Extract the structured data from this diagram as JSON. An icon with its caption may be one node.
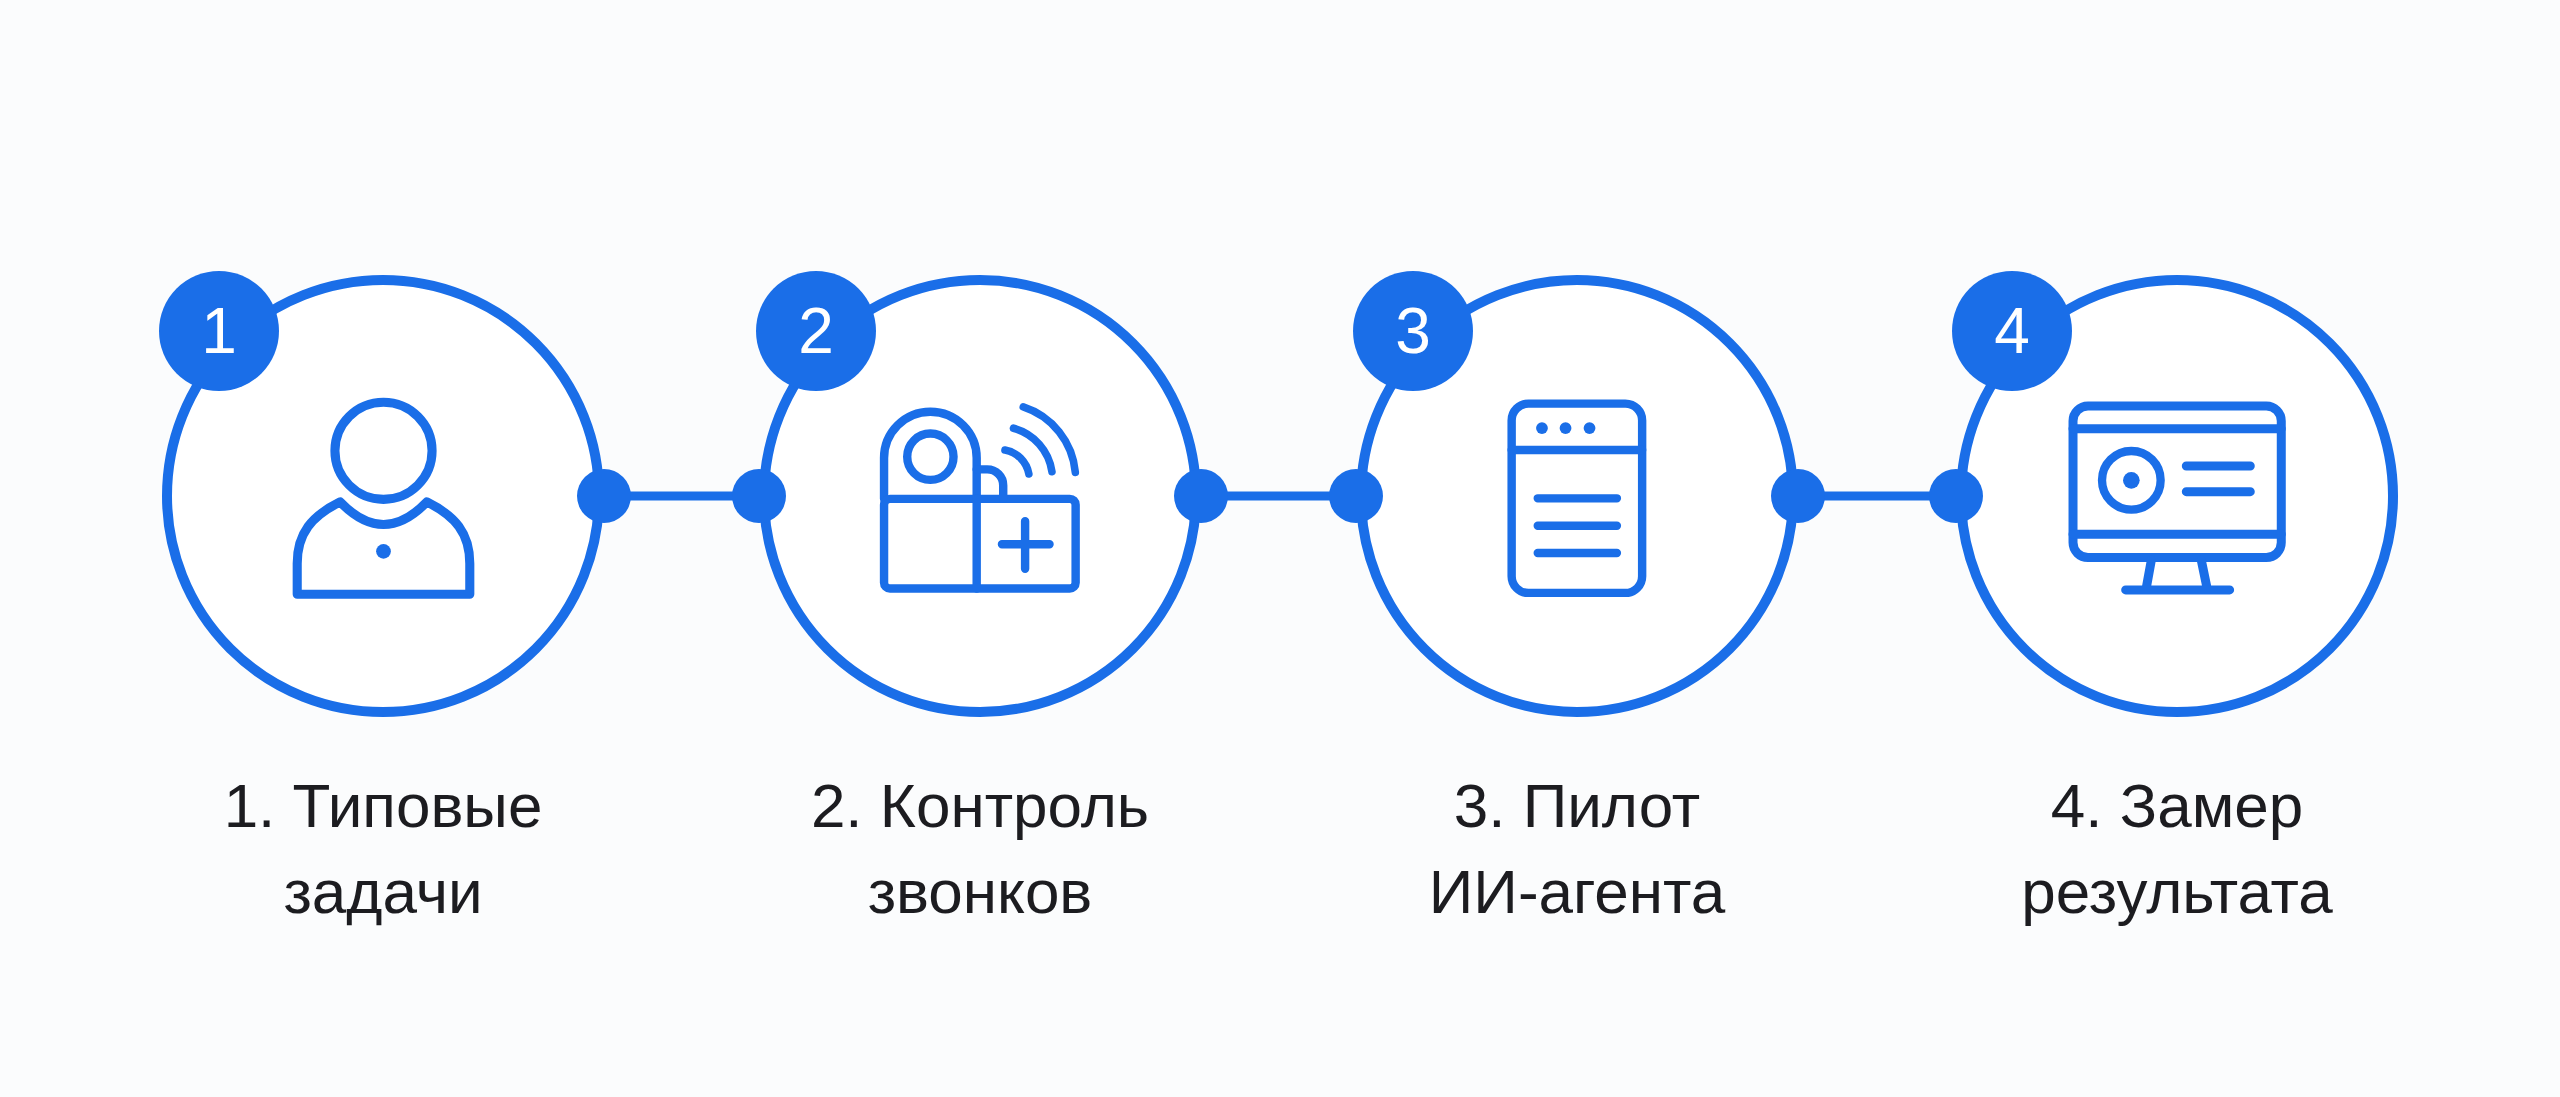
{
  "diagram": {
    "nodes": [
      {
        "text": [
          "1"
        ]
      },
      {
        "text": [
          "1. Типовые задачи"
        ]
      },
      {
        "text": [
          "2"
        ]
      },
      {
        "text": [
          "2. Контроль звонков"
        ]
      },
      {
        "text": [
          "3"
        ]
      },
      {
        "text": [
          "3. Пилот ИИ-агента"
        ]
      },
      {
        "text": [
          "4"
        ]
      },
      {
        "text": [
          "4. Замер результата"
        ]
      }
    ],
    "edges": [
      {
        "from": 1,
        "to": 3,
        "arrow": "other"
      },
      {
        "from": 3,
        "to": 5,
        "arrow": "other"
      },
      {
        "from": 5,
        "to": 7,
        "arrow": "other"
      }
    ]
  }
}
